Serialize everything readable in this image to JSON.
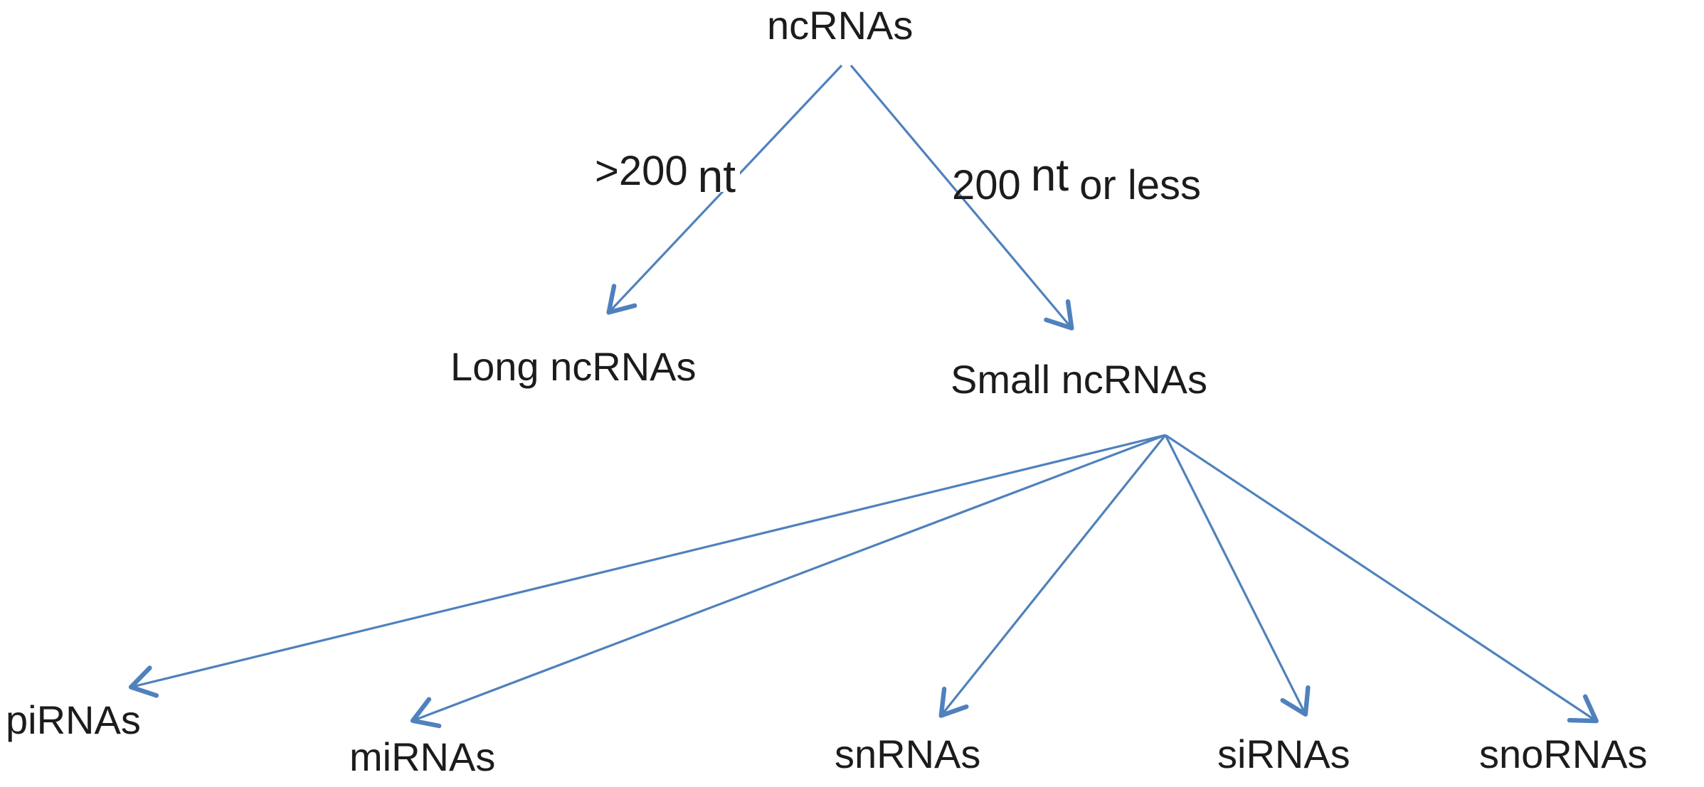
{
  "title": "ncRNA classification diagram",
  "colors": {
    "arrow": "#4f81bd",
    "text": "#1c1c1c",
    "background": "#ffffff"
  },
  "nodes": {
    "root": "ncRNAs",
    "long": "Long ncRNAs",
    "small": "Small ncRNAs",
    "children": [
      "piRNAs",
      "miRNAs",
      "snRNAs",
      "siRNAs",
      "snoRNAs"
    ]
  },
  "edge_labels": {
    "left_value": ">200",
    "left_unit": "nt",
    "right_value": "200",
    "right_unit": "nt",
    "right_suffix": "or less"
  },
  "diagram_structure": {
    "root": "ncRNAs",
    "branches": [
      {
        "edge_label": ">200 nt",
        "target": "Long ncRNAs",
        "children": []
      },
      {
        "edge_label": "200 nt or less",
        "target": "Small ncRNAs",
        "children": [
          "piRNAs",
          "miRNAs",
          "snRNAs",
          "siRNAs",
          "snoRNAs"
        ]
      }
    ]
  }
}
